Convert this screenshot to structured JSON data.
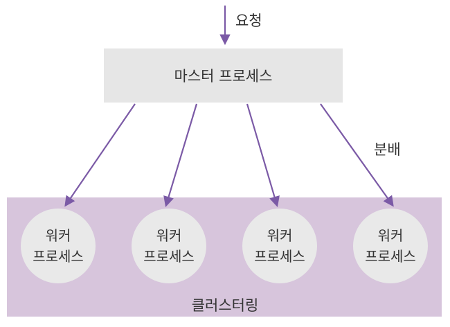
{
  "request_label": "요청",
  "master": {
    "label": "마스터 프로세스"
  },
  "distribute_label": "분배",
  "workers": [
    {
      "line1": "워커",
      "line2": "프로세스"
    },
    {
      "line1": "워커",
      "line2": "프로세스"
    },
    {
      "line1": "워커",
      "line2": "프로세스"
    },
    {
      "line1": "워커",
      "line2": "프로세스"
    }
  ],
  "cluster_label": "클러스터링",
  "colors": {
    "arrow": "#7b5aa6",
    "master_bg": "#e6e6e6",
    "cluster_bg": "#d7c5dc",
    "worker_bg": "#e9e9e9"
  }
}
